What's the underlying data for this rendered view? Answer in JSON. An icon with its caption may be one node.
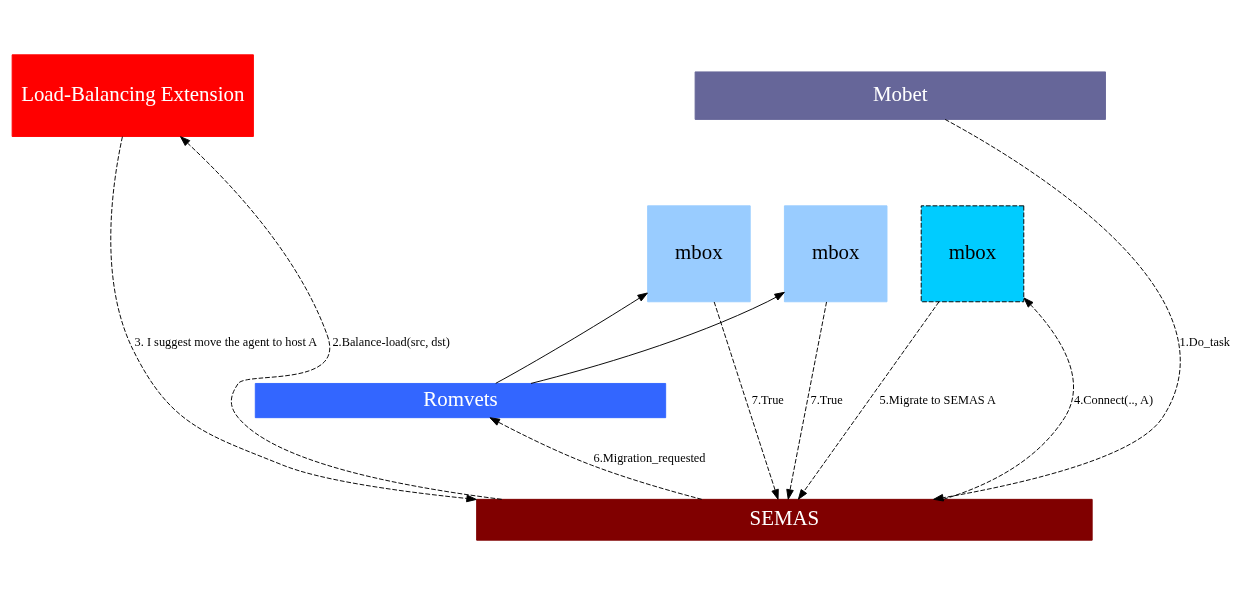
{
  "diagram": {
    "nodes": [
      {
        "text": [
          "Load-Balancing Extension"
        ]
      },
      {
        "text": [
          "Mobet"
        ]
      },
      {
        "text": [
          "mbox"
        ]
      },
      {
        "text": [
          "mbox"
        ]
      },
      {
        "text": [
          "mbox"
        ]
      },
      {
        "text": [
          "Romvets"
        ]
      },
      {
        "text": [
          "SEMAS"
        ]
      }
    ],
    "edges": [
      {
        "from": 1,
        "to": 6,
        "arrow": "to",
        "label": "1.Do_task",
        "style": "dashed"
      },
      {
        "from": 6,
        "to": 0,
        "arrow": "to",
        "label": "2.Balance-load(src, dst)",
        "style": "dashed"
      },
      {
        "from": 0,
        "to": 6,
        "arrow": "to",
        "label": "3. I suggest move the agent to host A",
        "style": "dashed"
      },
      {
        "from": 6,
        "to": 4,
        "arrow": "to",
        "label": "4.Connect(.., A)",
        "style": "dashed"
      },
      {
        "from": 4,
        "to": 6,
        "arrow": "to",
        "label": "5.Migrate to SEMAS A",
        "style": "dashed"
      },
      {
        "from": 6,
        "to": 5,
        "arrow": "to",
        "label": "6.Migration_requested",
        "style": "dashed"
      },
      {
        "from": 5,
        "to": 2,
        "arrow": "to"
      },
      {
        "from": 5,
        "to": 3,
        "arrow": "to"
      },
      {
        "from": 2,
        "to": 6,
        "arrow": "to",
        "label": "7.True",
        "style": "dashed"
      },
      {
        "from": 3,
        "to": 6,
        "arrow": "to",
        "label": "7.True",
        "style": "dashed"
      }
    ]
  }
}
